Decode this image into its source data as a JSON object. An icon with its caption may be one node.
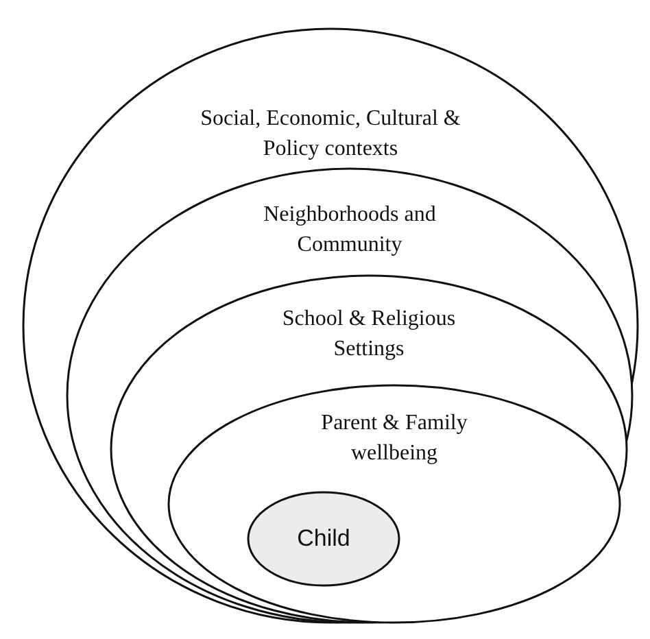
{
  "diagram": {
    "nodes": [
      {
        "text": [
          "Social, Economic, Cultural & Policy contexts"
        ]
      },
      {
        "text": [
          "Neighborhoods and Community"
        ],
        "in": 0
      },
      {
        "text": [
          "School & Religious Settings"
        ],
        "in": 1
      },
      {
        "text": [
          "Parent & Family wellbeing"
        ],
        "in": 2
      },
      {
        "text": [
          "Child"
        ],
        "in": 3
      }
    ],
    "edges": []
  }
}
